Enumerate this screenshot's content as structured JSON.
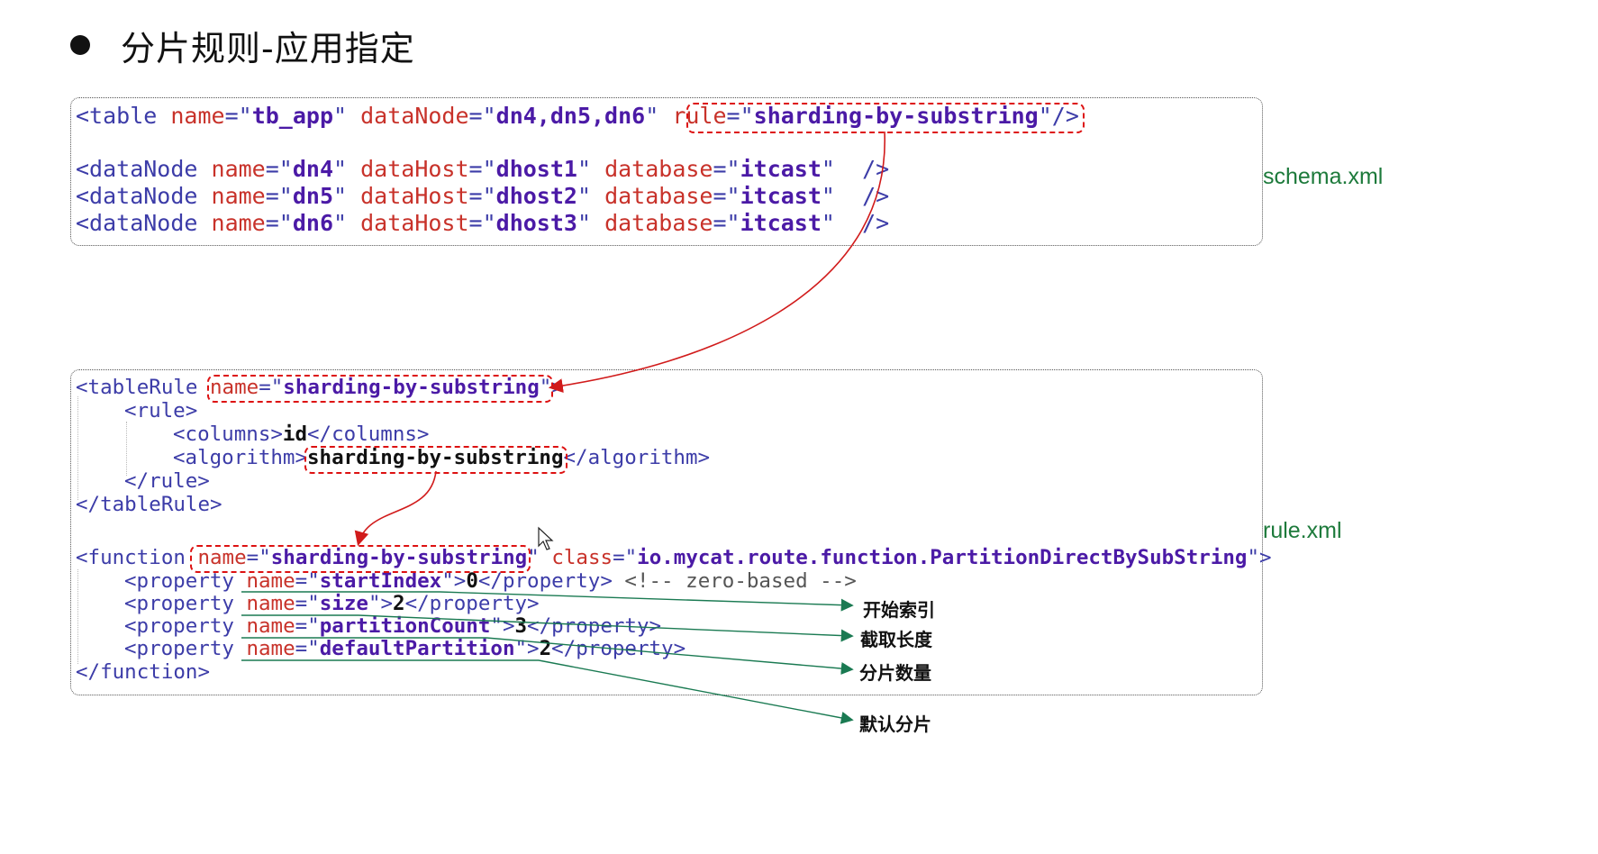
{
  "title": "分片规则-应用指定",
  "schema_block": {
    "file": "schema.xml",
    "table_line": {
      "open": "<table ",
      "name_attr": "name",
      "eq_q": "=\"",
      "name_val": "tb_app",
      "q_sp": "\" ",
      "datanode_attr": "dataNode",
      "datanode_val": "dn4,dn5,dn6",
      "rule_attr": "rule",
      "rule_val": "sharding-by-substring",
      "close": "\"/>"
    },
    "datanodes": [
      {
        "node": "dn4",
        "host": "dhost1",
        "db": "itcast"
      },
      {
        "node": "dn5",
        "host": "dhost2",
        "db": "itcast"
      },
      {
        "node": "dn6",
        "host": "dhost3",
        "db": "itcast"
      }
    ],
    "dn_open": "<dataNode ",
    "dn_name_attr": "name",
    "dn_host_attr": "dataHost",
    "dn_db_attr": "database",
    "dn_close": " />"
  },
  "rule_block": {
    "file": "rule.xml",
    "tablerule_open": "<tableRule ",
    "tablerule_name_attr": "name",
    "tablerule_name_val": "sharding-by-substring",
    "tablerule_end": "\">",
    "rule_open": "<rule>",
    "columns_open": "<columns>",
    "columns_val": "id",
    "columns_close": "</columns>",
    "algorithm_open": "<algorithm>",
    "algorithm_val": "sharding-by-substring",
    "algorithm_close": "</algorithm>",
    "rule_close": "</rule>",
    "tablerule_close": "</tableRule>",
    "function_open": "<function ",
    "function_name_attr": "name",
    "function_name_val": "sharding-by-substring",
    "function_class_attr": "class",
    "function_class_val": "io.mycat.route.function.PartitionDirectBySubString",
    "function_end": "\">",
    "property_open": "<property ",
    "property_name_attr": "name",
    "property_close": "</property>",
    "properties": [
      {
        "name": "startIndex",
        "value": "0",
        "comment": " <!-- zero-based -->"
      },
      {
        "name": "size",
        "value": "2",
        "comment": ""
      },
      {
        "name": "partitionCount",
        "value": "3",
        "comment": ""
      },
      {
        "name": "defaultPartition",
        "value": "2",
        "comment": ""
      }
    ],
    "function_close": "</function>"
  },
  "annotations": [
    "开始索引",
    "截取长度",
    "分片数量",
    "默认分片"
  ],
  "colors": {
    "arrow_red": "#d11b1b",
    "arrow_green": "#1a7a52",
    "file_label": "#1d7a3b"
  }
}
